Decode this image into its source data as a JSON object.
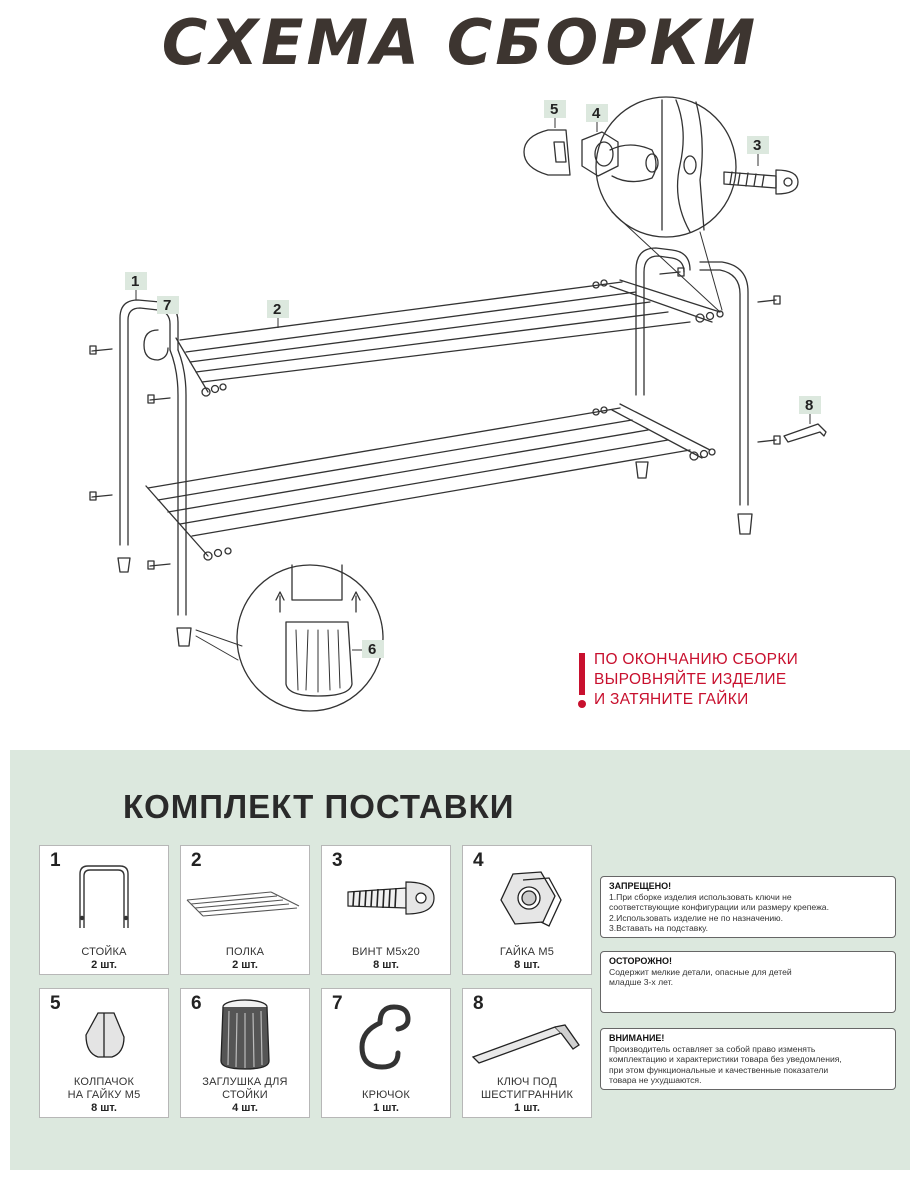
{
  "title": "СХЕМА СБОРКИ",
  "diagram": {
    "callouts": [
      "1",
      "2",
      "3",
      "4",
      "5",
      "6",
      "7",
      "8"
    ],
    "warning": [
      "ПО ОКОНЧАНИЮ СБОРКИ",
      "ВЫРОВНЯЙТЕ ИЗДЕЛИЕ",
      "И ЗАТЯНИТЕ ГАЙКИ"
    ],
    "warning_color": "#c8102e",
    "callout_bg": "#dce8de"
  },
  "kit": {
    "title": "КОМПЛЕКТ ПОСТАВКИ",
    "bg": "#dce8de",
    "items": [
      {
        "num": "1",
        "name": [
          "СТОЙКА"
        ],
        "qty": "2 шт.",
        "icon": "rack-post-icon"
      },
      {
        "num": "2",
        "name": [
          "ПОЛКА"
        ],
        "qty": "2 шт.",
        "icon": "shelf-icon"
      },
      {
        "num": "3",
        "name": [
          "ВИНТ М5х20"
        ],
        "qty": "8 шт.",
        "icon": "screw-icon"
      },
      {
        "num": "4",
        "name": [
          "ГАЙКА М5"
        ],
        "qty": "8 шт.",
        "icon": "hex-nut-icon"
      },
      {
        "num": "5",
        "name": [
          "КОЛПАЧОК",
          "НА ГАЙКУ М5"
        ],
        "qty": "8 шт.",
        "icon": "nut-cap-icon"
      },
      {
        "num": "6",
        "name": [
          "ЗАГЛУШКА ДЛЯ",
          "СТОЙКИ"
        ],
        "qty": "4 шт.",
        "icon": "end-plug-icon"
      },
      {
        "num": "7",
        "name": [
          "КРЮЧОК"
        ],
        "qty": "1 шт.",
        "icon": "hook-icon"
      },
      {
        "num": "8",
        "name": [
          "КЛЮЧ ПОД",
          "ШЕСТИГРАННИК"
        ],
        "qty": "1 шт.",
        "icon": "hex-key-icon"
      }
    ]
  },
  "notes": [
    {
      "heading": "ЗАПРЕЩЕНО!",
      "lines": [
        "1.При сборке изделия использовать ключи не",
        "соответствующие конфигурации или размеру крепежа.",
        "2.Использовать изделие не по назначению.",
        "3.Вставать на подставку."
      ]
    },
    {
      "heading": "ОСТОРОЖНО!",
      "lines": [
        "Содержит мелкие детали, опасные для детей",
        "младше 3-х лет."
      ]
    },
    {
      "heading": "ВНИМАНИЕ!",
      "lines": [
        "Производитель оставляет за собой право изменять",
        "комплектацию и характеристики товара без уведомления,",
        "при этом функциональные и качественные показатели",
        "товара не ухудшаются."
      ]
    }
  ]
}
